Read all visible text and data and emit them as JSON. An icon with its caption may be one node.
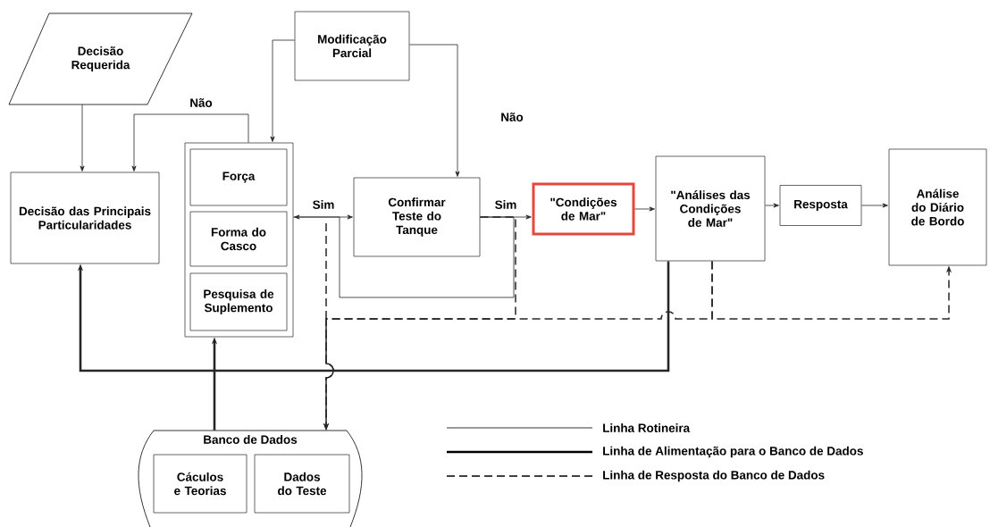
{
  "diagram": {
    "nodes": [
      {
        "text": [
          "Decisão Requerida"
        ]
      },
      {
        "text": [
          "Modificação Parcial"
        ]
      },
      {
        "text": [
          "Decisão das Principais Particularidades"
        ]
      },
      {
        "text": [],
        "shape": "box"
      },
      {
        "text": [
          "Força"
        ],
        "in": 3
      },
      {
        "text": [
          "Forma do Casco"
        ],
        "in": 3
      },
      {
        "text": [
          "Pesquisa de Suplemento"
        ],
        "in": 3
      },
      {
        "text": [
          "Confirmar Teste do Tanque"
        ]
      },
      {
        "text": [
          "\"Condições de Mar\""
        ]
      },
      {
        "text": [
          "\"Análises das Condições de Mar\""
        ]
      },
      {
        "text": [
          "Resposta"
        ]
      },
      {
        "text": [
          "Análise do Diário de Bordo"
        ]
      },
      {
        "text": [
          "Banco de Dados"
        ]
      },
      {
        "text": [
          "Cáculos e Teorias"
        ],
        "in": 12
      },
      {
        "text": [
          "Dados do Teste"
        ],
        "in": 12
      }
    ],
    "edges": [
      {
        "from": 0,
        "to": 2,
        "arrow": "to"
      },
      {
        "from": 3,
        "to": 2,
        "arrow": "to",
        "label": "Não"
      },
      {
        "from": 1,
        "to": 3,
        "arrow": "to"
      },
      {
        "from": 1,
        "to": 7,
        "arrow": "to"
      },
      {
        "from": 3,
        "to": 7,
        "arrow": "both",
        "label": "Sim"
      },
      {
        "from": 7,
        "to": 8,
        "arrow": "to",
        "label": "Sim"
      },
      {
        "from": 8,
        "to": 9,
        "arrow": "to"
      },
      {
        "from": 9,
        "to": 10,
        "arrow": "to"
      },
      {
        "from": 10,
        "to": 11,
        "arrow": "to"
      },
      {
        "from": 9,
        "to": 2,
        "arrow": "to",
        "style": "thick"
      },
      {
        "from": 12,
        "to": 3,
        "arrow": "to",
        "style": "thick"
      },
      {
        "from": 7,
        "to": 3,
        "arrow": "none"
      },
      {
        "from": 7,
        "to": 12,
        "arrow": "to",
        "style": "dashed"
      },
      {
        "from": 9,
        "to": 12,
        "arrow": "to",
        "style": "dashed"
      },
      {
        "from": 9,
        "to": 11,
        "arrow": "to",
        "style": "dashed"
      },
      {
        "from": null,
        "to": 12,
        "arrow": "to",
        "style": "dashed"
      }
    ],
    "labels": [
      "Não"
    ],
    "legend": [
      {
        "text": "Linha Rotineira"
      },
      {
        "text": "Linha de Alimentação para o Banco de Dados"
      },
      {
        "text": "Linha de Resposta do Banco de Dados"
      }
    ]
  }
}
